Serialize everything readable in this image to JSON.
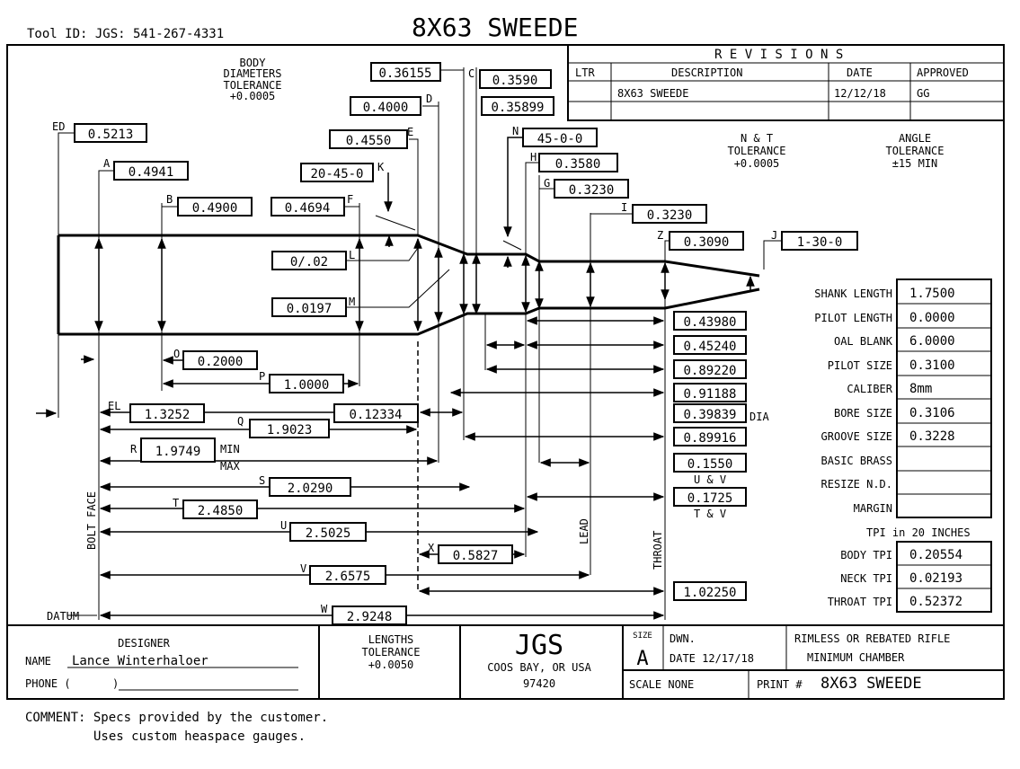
{
  "tool_id": "Tool ID: JGS: 541-267-4331",
  "title": "8X63 SWEEDE",
  "body_tol": [
    "BODY",
    "DIAMETERS",
    "TOLERANCE",
    "+0.0005"
  ],
  "nt_tol": [
    "N & T",
    "TOLERANCE",
    "+0.0005"
  ],
  "angle_tol": [
    "ANGLE",
    "TOLERANCE",
    "±15 MIN"
  ],
  "revisions": {
    "heading": "R E V I S I O N S",
    "columns": [
      "LTR",
      "DESCRIPTION",
      "DATE",
      "APPROVED"
    ],
    "row": {
      "ltr": "",
      "description": "8X63 SWEEDE",
      "date": "12/12/18",
      "approved": "GG"
    }
  },
  "dims": {
    "C": "0.36155",
    "C2": "0.3590",
    "D": "0.4000",
    "D2": "0.35899",
    "E": "0.4550",
    "ED": "0.5213",
    "A": "0.4941",
    "B": "0.4900",
    "K": "20-45-0",
    "F": "0.4694",
    "N": "45-0-0",
    "H": "0.3580",
    "G": "0.3230",
    "I": "0.3230",
    "Z": "0.3090",
    "J": "1-30-0",
    "L": "0/.02",
    "M": "0.0197",
    "O": "0.2000",
    "P": "1.0000",
    "EL": "1.3252",
    "Q": "1.9023",
    "Q2": "0.12334",
    "R": "1.9749",
    "S": "2.0290",
    "T": "2.4850",
    "U": "2.5025",
    "X": "0.5827",
    "V": "2.6575",
    "W": "2.9248"
  },
  "dim_letters": [
    "ED",
    "A",
    "B",
    "C",
    "D",
    "E",
    "F",
    "K",
    "N",
    "H",
    "G",
    "I",
    "Z",
    "J",
    "L",
    "M",
    "O",
    "P",
    "EL",
    "Q",
    "R",
    "S",
    "T",
    "U",
    "X",
    "V",
    "W"
  ],
  "right_col": [
    "0.43980",
    "0.45240",
    "0.89220",
    "0.91188",
    "0.39839",
    "0.89916",
    "0.1550",
    "0.1725",
    "1.02250"
  ],
  "right_labels": {
    "dia": "DIA",
    "uv": "U & V",
    "tv": "T & V"
  },
  "min_max": [
    "MIN",
    "MAX"
  ],
  "vertical_labels": {
    "bolt_face": "BOLT FACE",
    "lead": "LEAD",
    "throat": "THROAT",
    "datum": "DATUM"
  },
  "specs": [
    {
      "label": "SHANK LENGTH",
      "value": "1.7500"
    },
    {
      "label": "PILOT LENGTH",
      "value": "0.0000"
    },
    {
      "label": "OAL BLANK",
      "value": "6.0000"
    },
    {
      "label": "PILOT SIZE",
      "value": "0.3100"
    },
    {
      "label": "CALIBER",
      "value": "8mm"
    },
    {
      "label": "BORE SIZE",
      "value": "0.3106"
    },
    {
      "label": "GROOVE SIZE",
      "value": "0.3228"
    },
    {
      "label": "BASIC BRASS",
      "value": ""
    },
    {
      "label": "RESIZE N.D.",
      "value": ""
    },
    {
      "label": "MARGIN",
      "value": ""
    }
  ],
  "tpi_heading": "TPI in 20 INCHES",
  "tpi": [
    {
      "label": "BODY TPI",
      "value": "0.20554"
    },
    {
      "label": "NECK TPI",
      "value": "0.02193"
    },
    {
      "label": "THROAT TPI",
      "value": "0.52372"
    }
  ],
  "title_block": {
    "designer": "DESIGNER",
    "name_label": "NAME",
    "name": "Lance Winterhaloer",
    "phone_label": "PHONE (",
    "phone_mid": ")",
    "lengths_tol": [
      "LENGTHS",
      "TOLERANCE",
      "+0.0050"
    ],
    "company": "JGS",
    "city": "COOS BAY, OR USA",
    "zip": "97420",
    "size_label": "SIZE",
    "size": "A",
    "dwn": "DWN.",
    "date": "DATE 12/17/18",
    "type1": "RIMLESS OR REBATED RIFLE",
    "type2": "MINIMUM CHAMBER",
    "scale": "SCALE  NONE",
    "print_label": "PRINT #",
    "print_value": "8X63 SWEEDE"
  },
  "comment": [
    "COMMENT: Specs provided by the customer.",
    "Uses custom heaspace gauges."
  ]
}
